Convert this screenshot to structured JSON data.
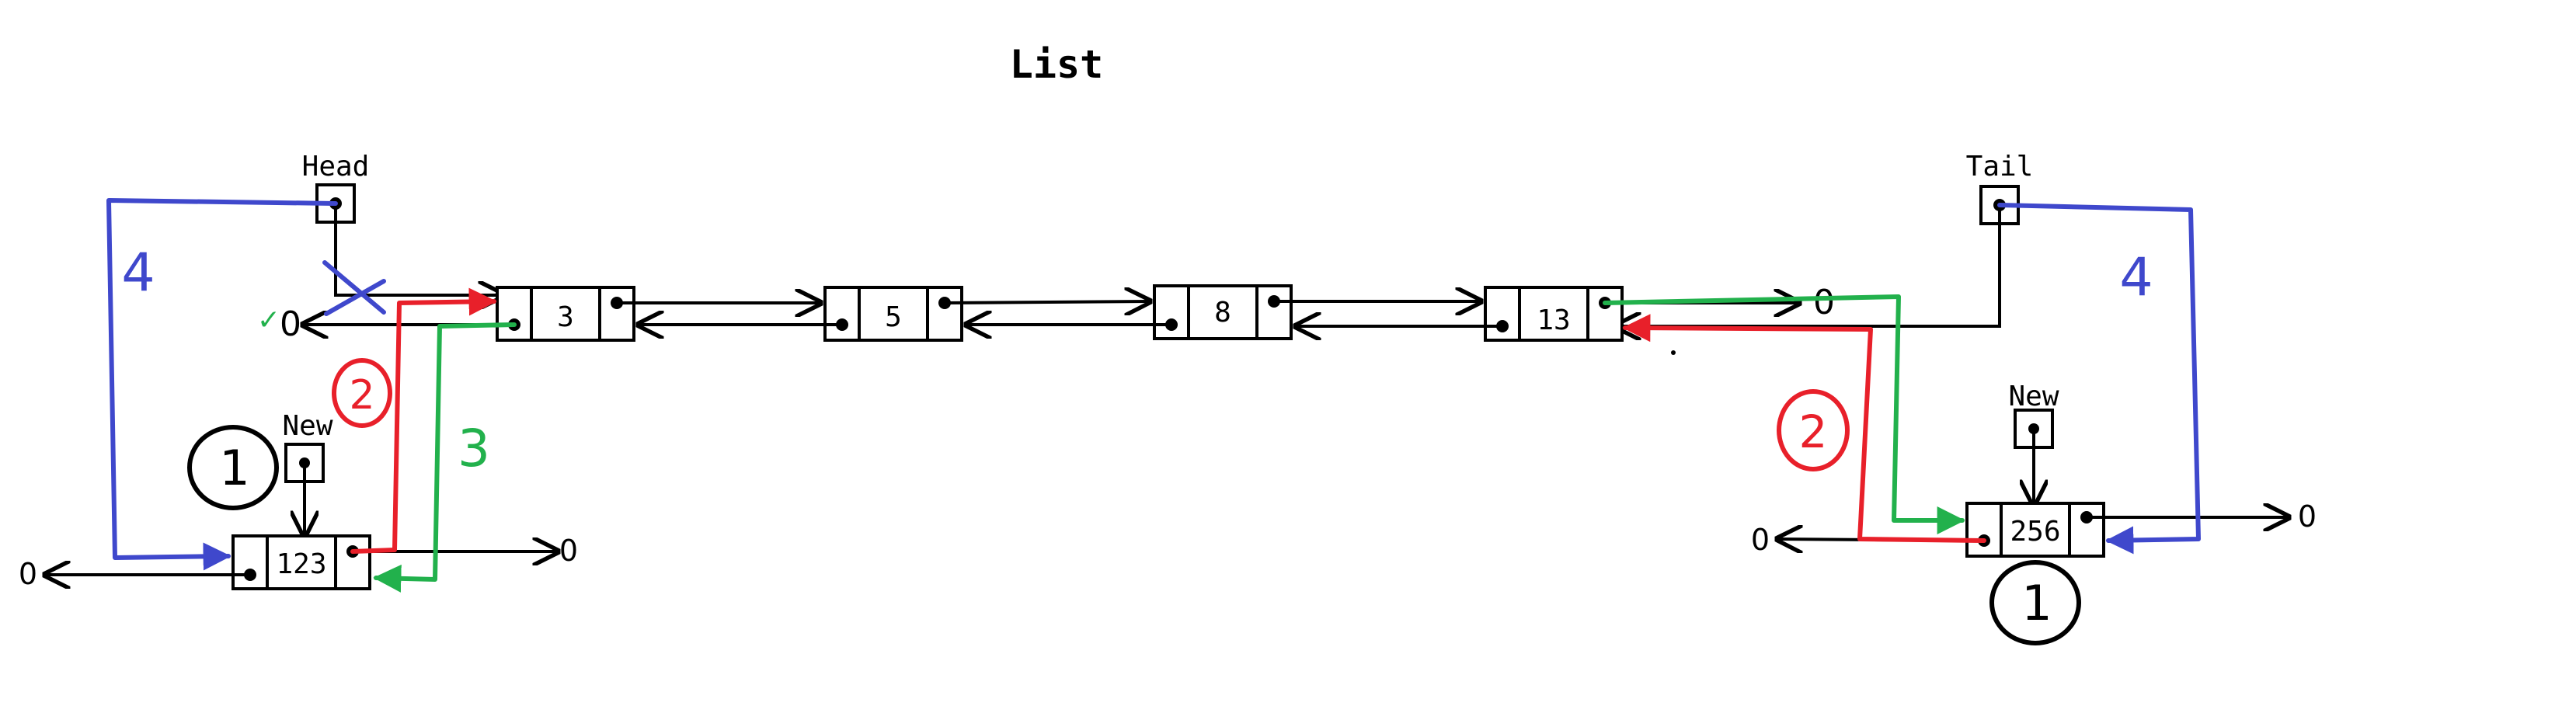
{
  "title": "List",
  "colors": {
    "ink": "#000000",
    "red": "#e8202a",
    "green": "#22b14c",
    "blue": "#3f48cc"
  },
  "pointers": {
    "head": "Head",
    "tail": "Tail",
    "new_left": "New",
    "new_right": "New"
  },
  "nodes": {
    "n3": "3",
    "n5": "5",
    "n8": "8",
    "n13": "13",
    "n123": "123",
    "n256": "256"
  },
  "null_labels": {
    "head_prev": "0",
    "n13_next": "0",
    "n123_prev": "0",
    "n123_next": "0",
    "n256_prev": "0",
    "n256_next": "0"
  },
  "annotations": {
    "check": "✓",
    "left_step1": "1",
    "left_step2": "2",
    "left_step3": "3",
    "left_step4": "4",
    "right_step1": "1",
    "right_step2": "2",
    "right_step4": "4"
  }
}
